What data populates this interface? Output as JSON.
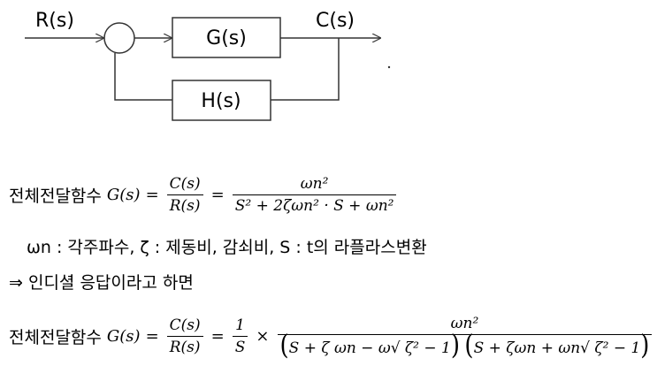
{
  "diagram": {
    "input_label": "R(s)",
    "output_label": "C(s)",
    "forward_block": "G(s)",
    "feedback_block": "H(s)"
  },
  "eq1": {
    "prefix": "전체전달함수",
    "lhs": "G(s)",
    "frac1_num": "C(s)",
    "frac1_den": "R(s)",
    "eq": "=",
    "frac2_num": "ωn²",
    "frac2_den": "S² + 2ζωn² · S + ωn²"
  },
  "legend_line": {
    "text": "ωn : 각주파수,  ζ : 제동비, 감쇠비,  S : t의 라플라스변환"
  },
  "note_line": {
    "text": "⇒ 인디셜 응답이라고 하면"
  },
  "eq2": {
    "prefix": "전체전달함수",
    "lhs": "G(s)",
    "frac1_num": "C(s)",
    "frac1_den": "R(s)",
    "eq": "=",
    "frac2_num": "1",
    "frac2_den": "S",
    "times": "×",
    "frac3_num": "ωn²",
    "frac3_den_left": "S + ζ ωn − ω√ ζ² − 1",
    "frac3_den_right": "S + ζωn + ωn√ ζ² − 1"
  }
}
